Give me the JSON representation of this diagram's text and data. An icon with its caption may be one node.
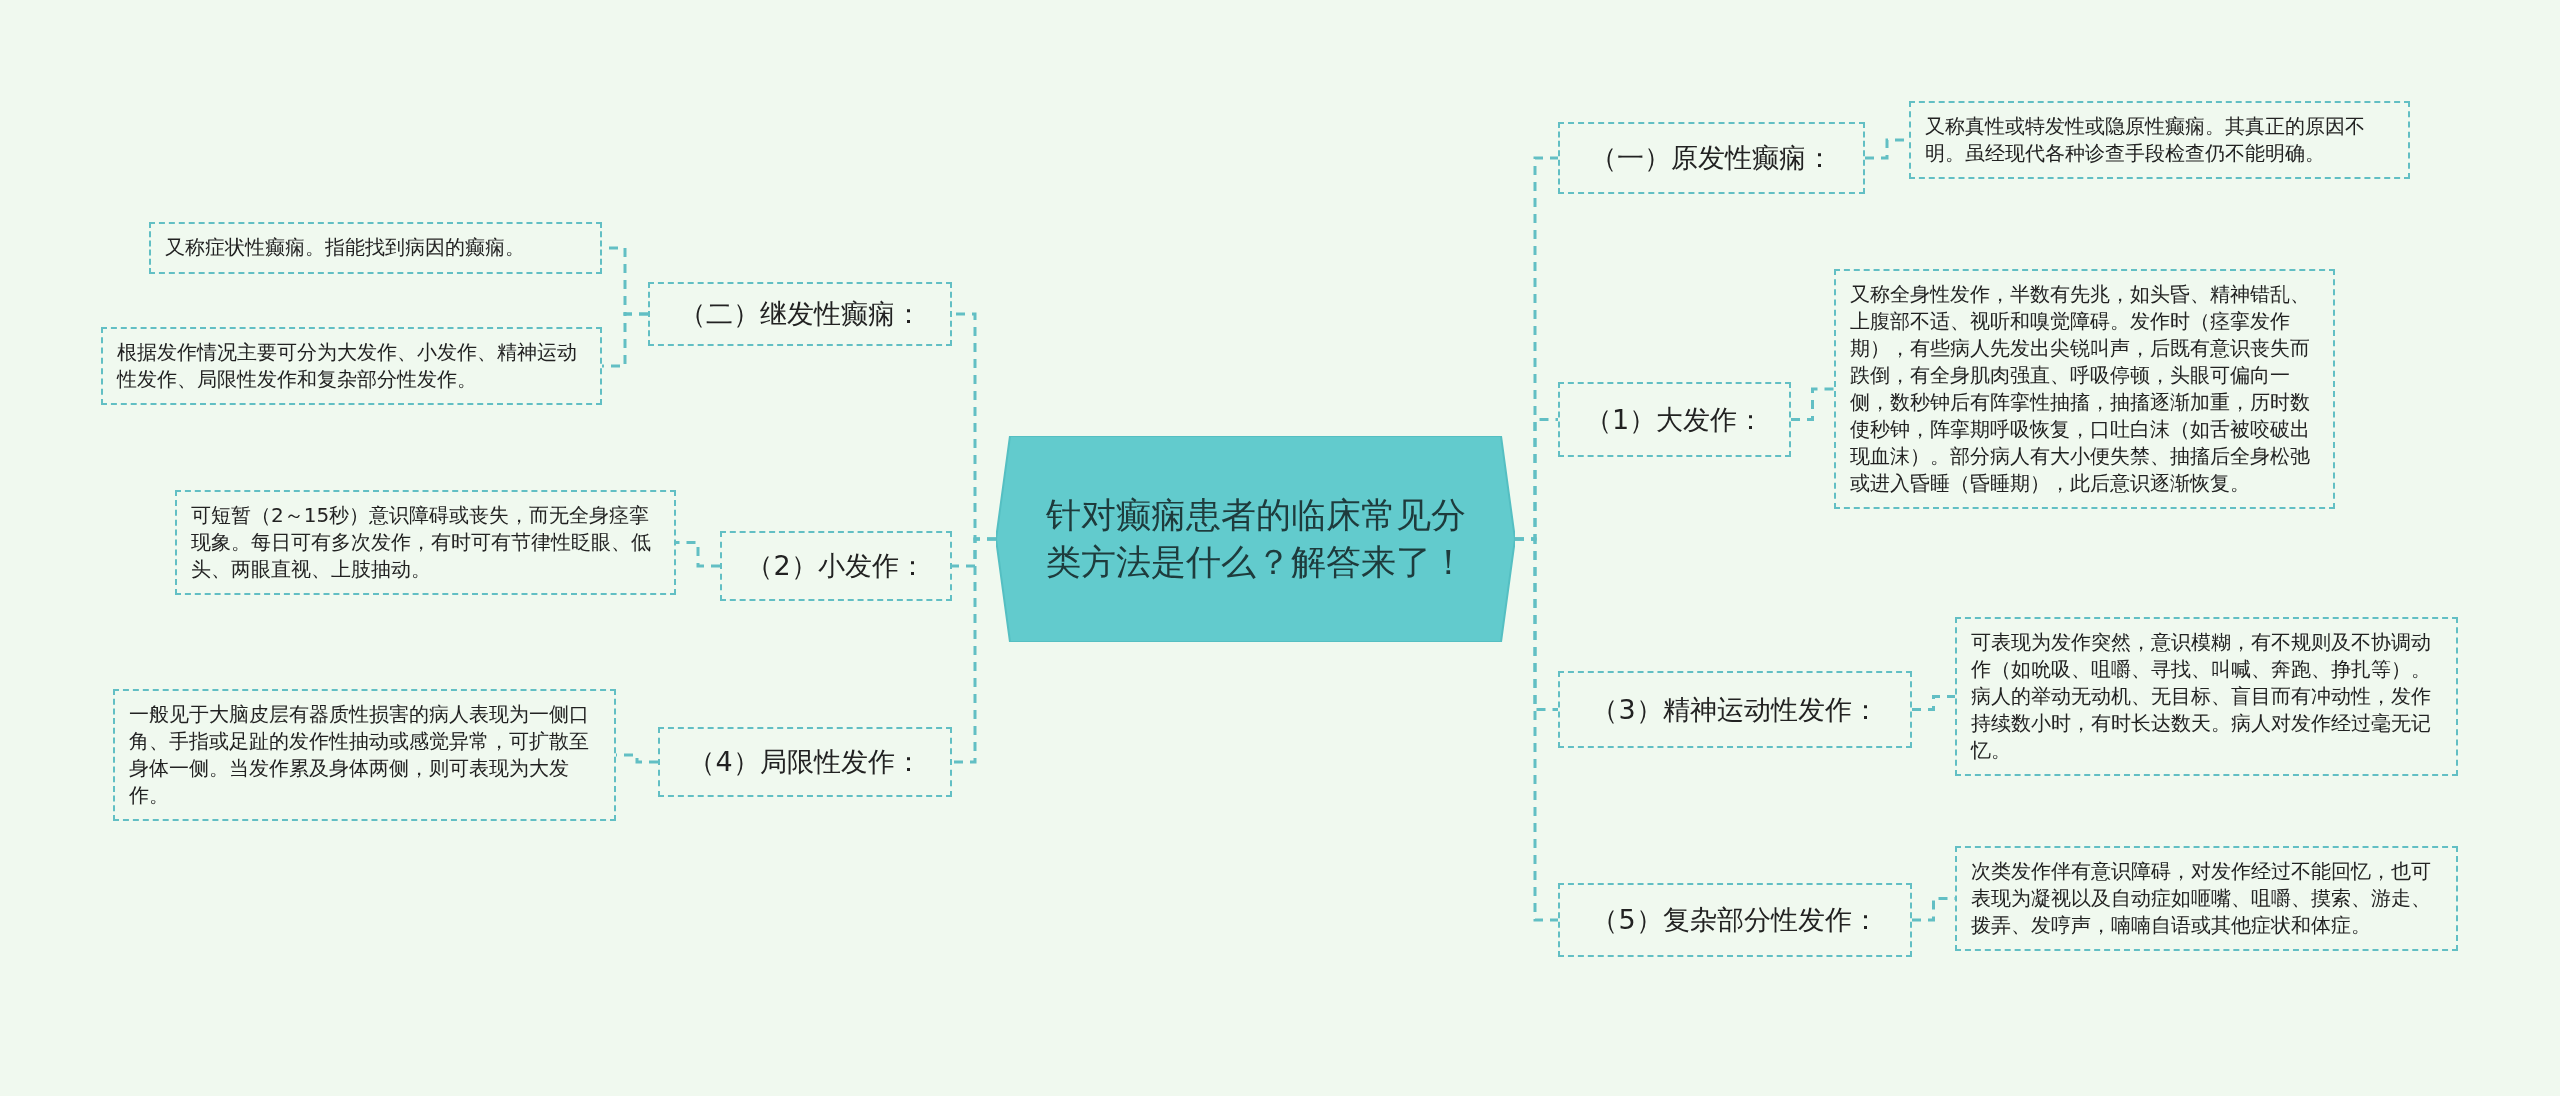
{
  "diagram": {
    "nodes": [
      {
        "text": [
          "针对癫痫患者的临床常见分类方法是什么？解答来了！"
        ]
      },
      {
        "text": [
          "（一）原发性癫痫："
        ]
      },
      {
        "text": [
          "又称真性或特发性或隐原性癫痫。其真正的原因不明。虽经现代各种诊查手段检查仍不能明确。"
        ]
      },
      {
        "text": [
          "（二）继发性癫痫："
        ]
      },
      {
        "text": [
          "又称症状性癫痫。指能找到病因的癫痫。"
        ]
      },
      {
        "text": [
          "根据发作情况主要可分为大发作、小发作、精神运动性发作、局限性发作和复杂部分性发作。"
        ]
      },
      {
        "text": [
          "（1）大发作："
        ]
      },
      {
        "text": [
          "又称全身性发作，半数有先兆，如头昏、精神错乱、上腹部不适、视听和嗅觉障碍。发作时（痉挛发作期），有些病人先发出尖锐叫声，后既有意识丧失而跌倒，有全身肌肉强直、呼吸停顿，头眼可偏向一侧，数秒钟后有阵挛性抽搐，抽搐逐渐加重，历时数使秒钟，阵挛期呼吸恢复，口吐白沫（如舌被咬破出现血沫）。部分病人有大小便失禁、抽搐后全身松弛或进入昏睡（昏睡期），此后意识逐渐恢复。"
        ]
      },
      {
        "text": [
          "（2）小发作："
        ]
      },
      {
        "text": [
          "可短暂（2～15秒）意识障碍或丧失，而无全身痉挛现象。每日可有多次发作，有时可有节律性眨眼、低头、两眼直视、上肢抽动。"
        ]
      },
      {
        "text": [
          "（3）精神运动性发作："
        ]
      },
      {
        "text": [
          "可表现为发作突然，意识模糊，有不规则及不协调动作（如吮吸、咀嚼、寻找、叫喊、奔跑、挣扎等）。病人的举动无动机、无目标、盲目而有冲动性，发作持续数小时，有时长达数天。病人对发作经过毫无记忆。"
        ]
      },
      {
        "text": [
          "（4）局限性发作："
        ]
      },
      {
        "text": [
          "一般见于大脑皮层有器质性损害的病人表现为一侧口角、手指或足趾的发作性抽动或感觉异常，可扩散至身体一侧。当发作累及身体两侧，则可表现为大发作。"
        ]
      },
      {
        "text": [
          "（5）复杂部分性发作："
        ]
      },
      {
        "text": [
          "次类发作伴有意识障碍，对发作经过不能回忆，也可表现为凝视以及自动症如咂嘴、咀嚼、摸索、游走、拨弄、发哼声，喃喃自语或其他症状和体症。"
        ]
      }
    ],
    "edges": [
      {
        "from": 0,
        "to": 1,
        "arrow": "none"
      },
      {
        "from": 1,
        "to": 2,
        "arrow": "none"
      },
      {
        "from": 0,
        "to": 3,
        "arrow": "none"
      },
      {
        "from": 3,
        "to": 4,
        "arrow": "none"
      },
      {
        "from": 3,
        "to": 5,
        "arrow": "none"
      },
      {
        "from": 0,
        "to": 6,
        "arrow": "none"
      },
      {
        "from": 6,
        "to": 7,
        "arrow": "none"
      },
      {
        "from": 0,
        "to": 8,
        "arrow": "none"
      },
      {
        "from": 8,
        "to": 9,
        "arrow": "none"
      },
      {
        "from": 0,
        "to": 10,
        "arrow": "none"
      },
      {
        "from": 10,
        "to": 11,
        "arrow": "none"
      },
      {
        "from": 0,
        "to": 12,
        "arrow": "none"
      },
      {
        "from": 12,
        "to": 13,
        "arrow": "none"
      },
      {
        "from": 0,
        "to": 14,
        "arrow": "none"
      },
      {
        "from": 14,
        "to": 15,
        "arrow": "none"
      }
    ]
  }
}
